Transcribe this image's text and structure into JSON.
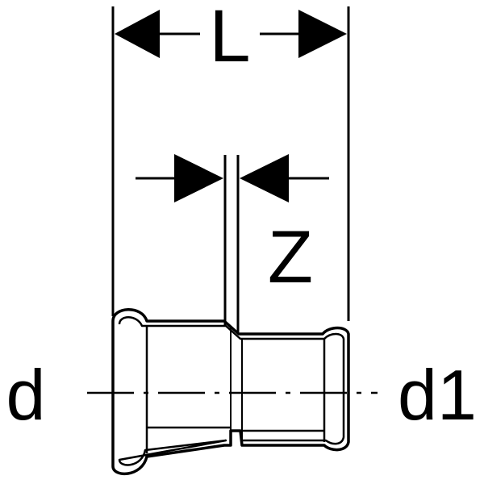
{
  "diagram": {
    "labels": {
      "length": "L",
      "insertion_gap": "Z",
      "diameter_left": "d",
      "diameter_right": "d1"
    },
    "colors": {
      "stroke": "#000000",
      "background": "#ffffff"
    }
  }
}
